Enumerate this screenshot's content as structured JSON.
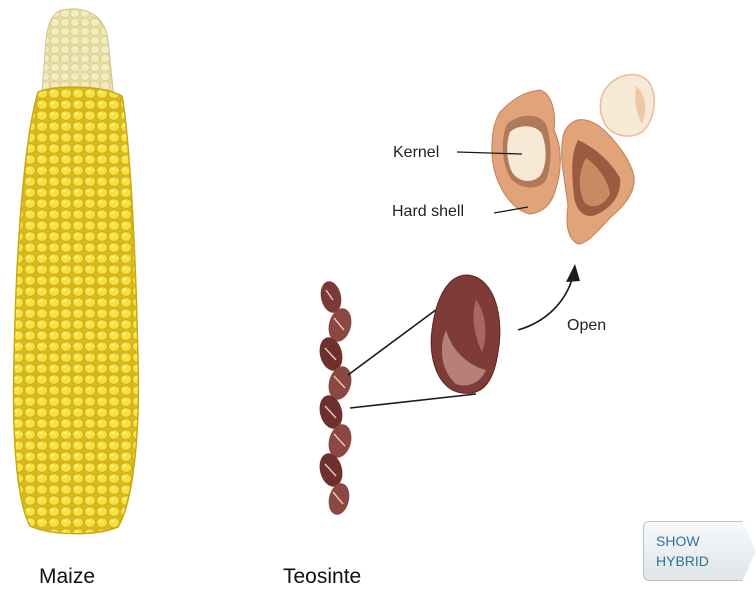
{
  "labels": {
    "maize": "Maize",
    "teosinte": "Teosinte",
    "kernel": "Kernel",
    "hard_shell": "Hard shell",
    "open": "Open"
  },
  "button": {
    "line1": "SHOW",
    "line2": "HYBRID"
  },
  "colors": {
    "maize_kernel": "#f2dc3a",
    "maize_tip": "#efe6a8",
    "teosinte_brown": "#7a3a36",
    "shell_tan": "#e0a37a",
    "kernel_cream": "#f6ead6",
    "button_text": "#2f6f9b"
  }
}
